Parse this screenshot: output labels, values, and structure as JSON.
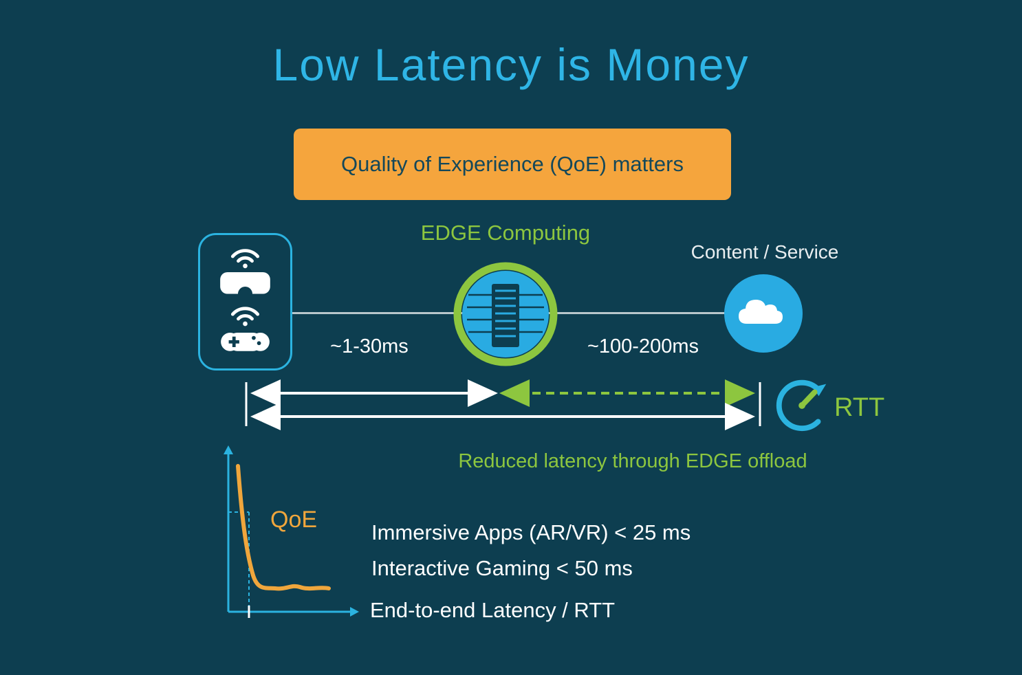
{
  "slide": {
    "title": "Low Latency is Money",
    "banner": {
      "label": "Quality of Experience (QoE) matters"
    },
    "edge": {
      "label": "EDGE Computing"
    },
    "cloud": {
      "label": "Content / Service"
    },
    "links": {
      "device_to_edge_latency": "~1-30ms",
      "edge_to_cloud_latency": "~100-200ms"
    },
    "rtt": {
      "label": "RTT"
    },
    "offload_caption": "Reduced latency through EDGE offload",
    "qoe_chart": {
      "curve_label": "QoE",
      "x_axis_label": "End-to-end Latency / RTT"
    },
    "requirements": [
      "Immersive Apps (AR/VR) < 25 ms",
      "Interactive Gaming < 50 ms"
    ]
  },
  "icons": [
    "wifi-icon",
    "vr-headset-icon",
    "gamepad-icon",
    "edge-server-icon",
    "cloud-icon",
    "speedometer-icon"
  ],
  "colors": {
    "background": "#0d3e50",
    "title_cyan": "#2fb5e6",
    "cyan": "#2bb3e0",
    "banner_orange": "#f5a53d",
    "banner_text": "#14485a",
    "green": "#8dc63f",
    "white": "#ffffff",
    "curve_orange": "#f0a63c",
    "circle_blue": "#29abe2"
  },
  "chart_data": {
    "type": "line",
    "title": "QoE vs End-to-end Latency (conceptual sketch, unlabeled axes)",
    "xlabel": "End-to-end Latency / RTT",
    "ylabel": "QoE",
    "series": [
      {
        "name": "QoE",
        "x": [
          0.05,
          0.1,
          0.2,
          0.3,
          0.4,
          0.55,
          0.7,
          0.85,
          1.0
        ],
        "values": [
          1.0,
          0.78,
          0.45,
          0.22,
          0.14,
          0.15,
          0.13,
          0.15,
          0.14
        ]
      }
    ],
    "annotations": [
      "Immersive Apps (AR/VR) < 25 ms",
      "Interactive Gaming < 50 ms"
    ],
    "axis_numeric_labels": false,
    "grid": false,
    "legend": false
  }
}
